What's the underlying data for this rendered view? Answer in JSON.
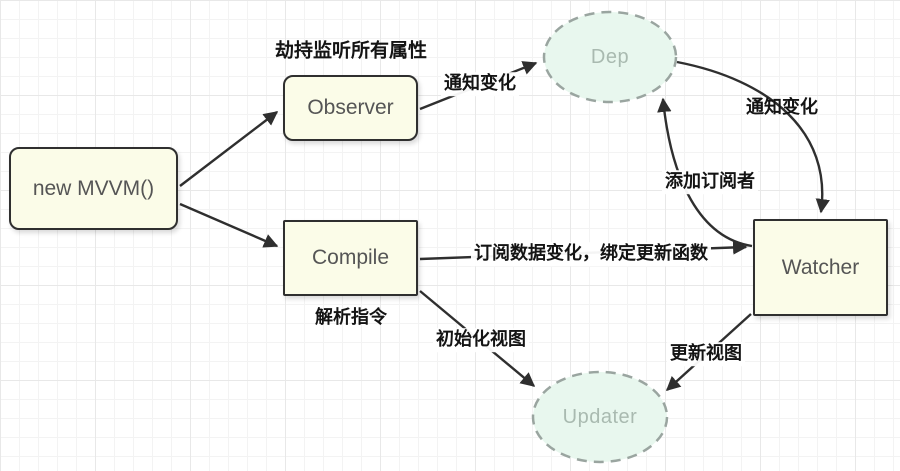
{
  "diagram": {
    "title_hint": "MVVM data-binding flow diagram",
    "nodes": {
      "mvvm": {
        "label": "new MVVM()"
      },
      "observer": {
        "label": "Observer"
      },
      "compile": {
        "label": "Compile"
      },
      "watcher": {
        "label": "Watcher"
      },
      "dep": {
        "label": "Dep"
      },
      "updater": {
        "label": "Updater"
      }
    },
    "edge_labels": {
      "hijack_caption": "劫持监听所有属性",
      "observer_to_dep": "通知变化",
      "dep_to_watcher": "通知变化",
      "watcher_to_dep": "添加订阅者",
      "compile_to_watcher": "订阅数据变化，绑定更新函数",
      "parse_caption": "解析指令",
      "compile_to_updater": "初始化视图",
      "watcher_to_updater": "更新视图"
    },
    "colors": {
      "node_fill": "#fbfce8",
      "node_border": "#2f2f2f",
      "ellipse_fill": "#e8f7ee",
      "ellipse_border": "#9aa5a0",
      "ellipse_text": "#a9bab0",
      "arrow": "#2f2f2f",
      "label_text": "#141414",
      "grid_minor": "#f3f3f3",
      "grid_major": "#e8e8e8"
    }
  }
}
